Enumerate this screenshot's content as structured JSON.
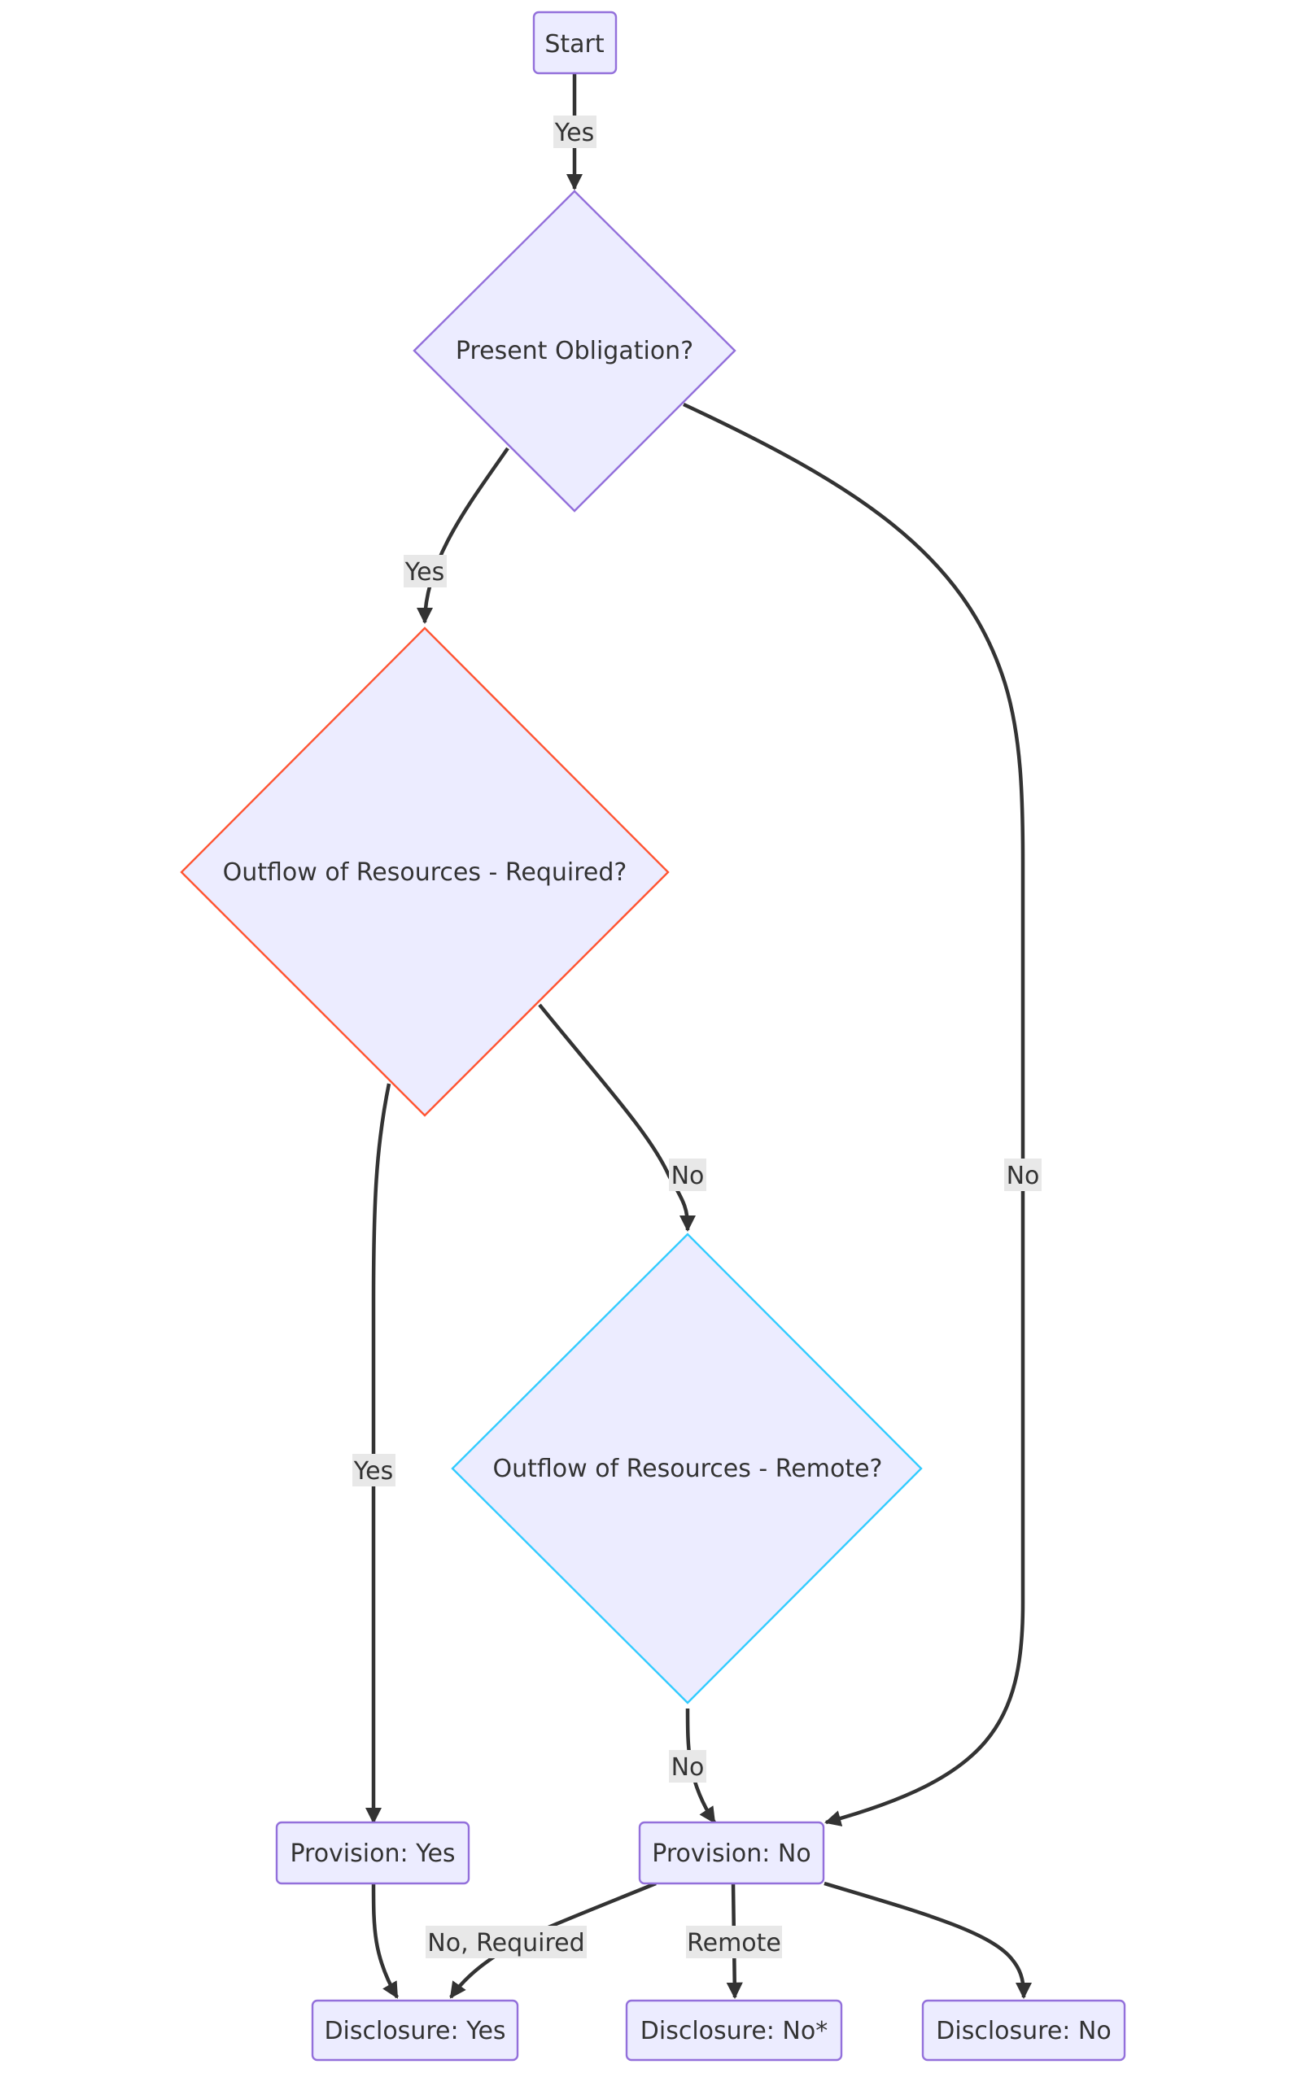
{
  "flowchart": {
    "nodes": {
      "start": {
        "label": "Start"
      },
      "present_obligation": {
        "label": "Present Obligation?"
      },
      "outflow_required": {
        "label": "Outflow of Resources - Required?",
        "stroke": "#ff5533"
      },
      "outflow_remote": {
        "label": "Outflow of Resources - Remote?",
        "stroke": "#33ccff"
      },
      "provision_yes": {
        "label": "Provision: Yes"
      },
      "provision_no": {
        "label": "Provision: No"
      },
      "disclosure_yes": {
        "label": "Disclosure: Yes",
        "stroke": "#ff5533"
      },
      "disclosure_no_star": {
        "label": "Disclosure: No*"
      },
      "disclosure_no": {
        "label": "Disclosure: No",
        "stroke": "#77ff44"
      }
    },
    "edges": {
      "start_to_obligation": {
        "label": "Yes"
      },
      "obligation_to_required": {
        "label": "Yes"
      },
      "obligation_to_provision_no": {
        "label": "No"
      },
      "required_to_provision_yes": {
        "label": "Yes"
      },
      "required_to_remote": {
        "label": "No"
      },
      "remote_to_provision_no": {
        "label": "No"
      },
      "provision_yes_to_disclosure_yes": {
        "label": ""
      },
      "provision_no_to_disclosure_yes": {
        "label": "No, Required"
      },
      "provision_no_to_disclosure_no_star": {
        "label": "Remote"
      },
      "provision_no_to_disclosure_no": {
        "label": ""
      }
    }
  }
}
